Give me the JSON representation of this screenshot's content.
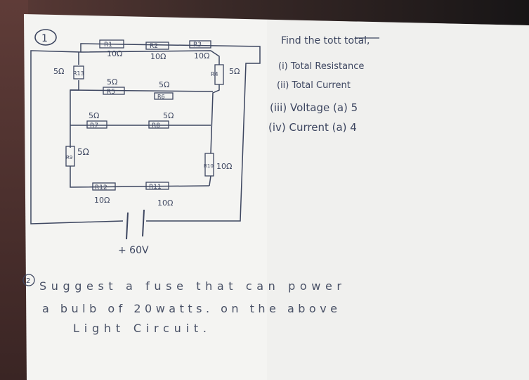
{
  "question1": {
    "number": "1",
    "prompt": "Find the tott total,",
    "items": [
      "(i) Total Resistance",
      "(ii) Total Current",
      "(iii) Voltage (a) 5",
      "(iv) Current (a) 4"
    ]
  },
  "circuit": {
    "resistors": [
      {
        "label": "R1",
        "value": "10Ω"
      },
      {
        "label": "R2",
        "value": "10Ω"
      },
      {
        "label": "R3",
        "value": "10Ω"
      },
      {
        "label": "R4",
        "value": "5Ω"
      },
      {
        "label": "R5",
        "value": "5Ω"
      },
      {
        "label": "R6",
        "value": "5Ω"
      },
      {
        "label": "R7",
        "value": "5Ω"
      },
      {
        "label": "R8",
        "value": "5Ω"
      },
      {
        "label": "R9",
        "value": "5Ω"
      },
      {
        "label": "R10",
        "value": "10Ω"
      },
      {
        "label": "R11",
        "value": "10Ω"
      },
      {
        "label": "R12",
        "value": "10Ω"
      },
      {
        "label": "R13",
        "value": "5Ω"
      }
    ],
    "source_label": "+ 60V"
  },
  "question2": {
    "number": "2",
    "line1": "Suggest a fuse that can power",
    "line2": "a bulb of 20watts. on the above",
    "line3": "Light Circuit."
  }
}
